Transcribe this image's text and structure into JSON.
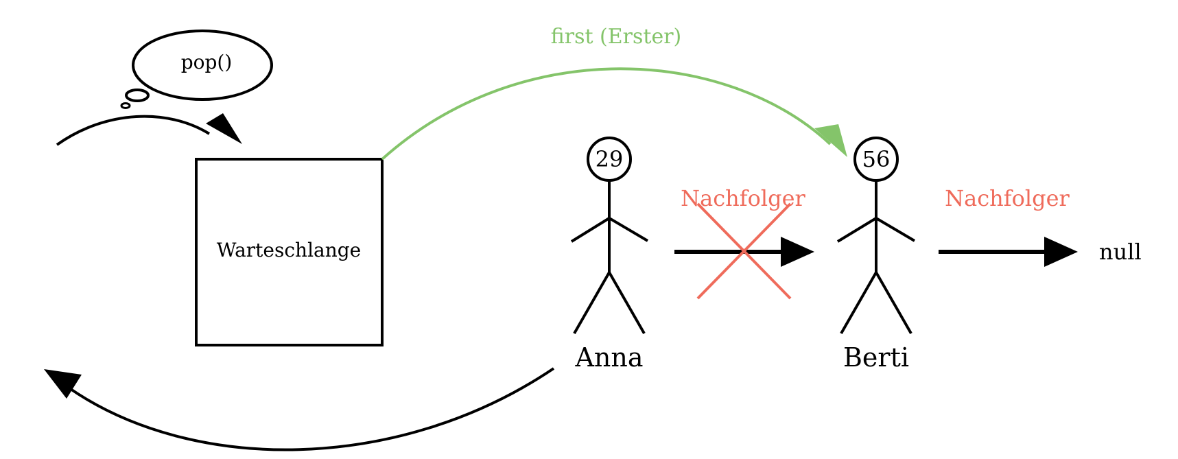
{
  "thought_bubble": {
    "text": "pop()"
  },
  "queue": {
    "label": "Warteschlange"
  },
  "first_pointer": {
    "label": "first (Erster)",
    "color": "#84c46a"
  },
  "persons": [
    {
      "number": "29",
      "name": "Anna"
    },
    {
      "number": "56",
      "name": "Berti"
    }
  ],
  "links": [
    {
      "label": "Nachfolger",
      "color": "#ef6b5b",
      "crossed_out": true
    },
    {
      "label": "Nachfolger",
      "color": "#ef6b5b",
      "crossed_out": false
    }
  ],
  "null_label": "null",
  "icons": [
    "thought-bubble-icon",
    "stick-figure-icon",
    "cross-mark-icon",
    "arrow-icon"
  ]
}
